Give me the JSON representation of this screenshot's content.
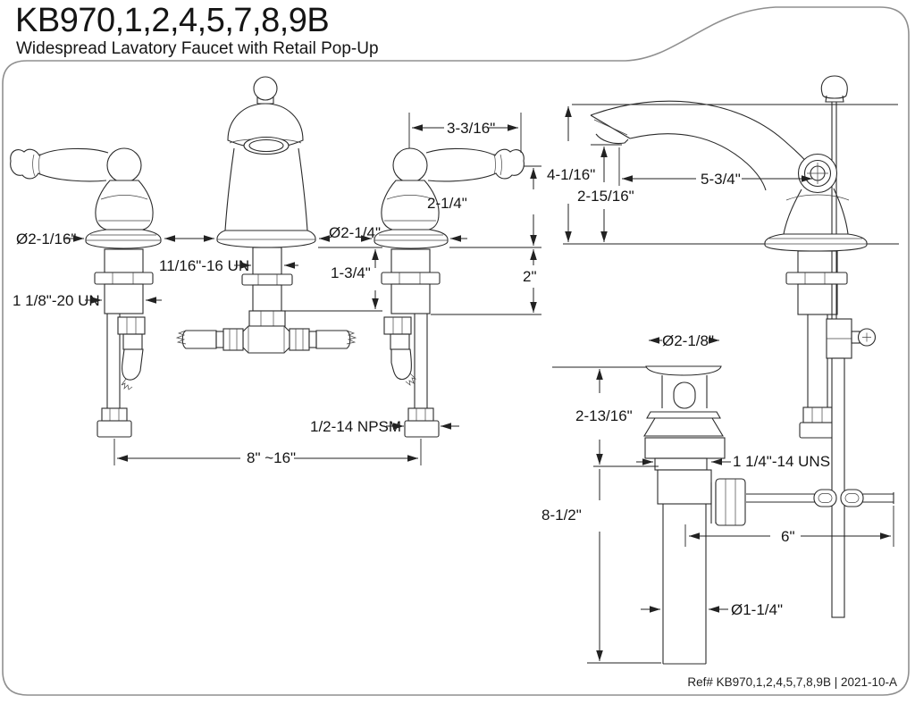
{
  "title": "KB970,1,2,4,5,7,8,9B",
  "subtitle": "Widespread Lavatory Faucet with Retail Pop-Up",
  "reference": "Ref# KB970,1,2,4,5,7,8,9B | 2021-10-A",
  "colors": {
    "line": "#2b2b2b",
    "text": "#151515",
    "border": "#8f8f8f",
    "background": "#ffffff"
  },
  "dims": {
    "handle_base_diameter": "Ø2-1/16\"",
    "handle_shank_thread": "1 1/8\"-20 UN",
    "spout_shank_thread": "11/16\"-16 UN",
    "spout_base_diameter": "Ø2-1/4\"",
    "spout_shank_length": "1-3/4\"",
    "handle_width": "3-3/16\"",
    "handle_height": "2-1/4\"",
    "shank_length": "2\"",
    "spout_height": "4-1/16\"",
    "outlet_height": "2-15/16\"",
    "spout_reach": "5-3/4\"",
    "supply_thread": "1/2-14 NPSM",
    "faucet_centers": "8\" ~16\"",
    "drain_flange_diameter": "Ø2-1/8\"",
    "drain_upper_height": "2-13/16\"",
    "drain_body_thread": "1 1/4\"-14 UNS",
    "drain_overall_height": "8-1/2\"",
    "rod_length": "6\"",
    "tailpiece_diameter": "Ø1-1/4\""
  }
}
